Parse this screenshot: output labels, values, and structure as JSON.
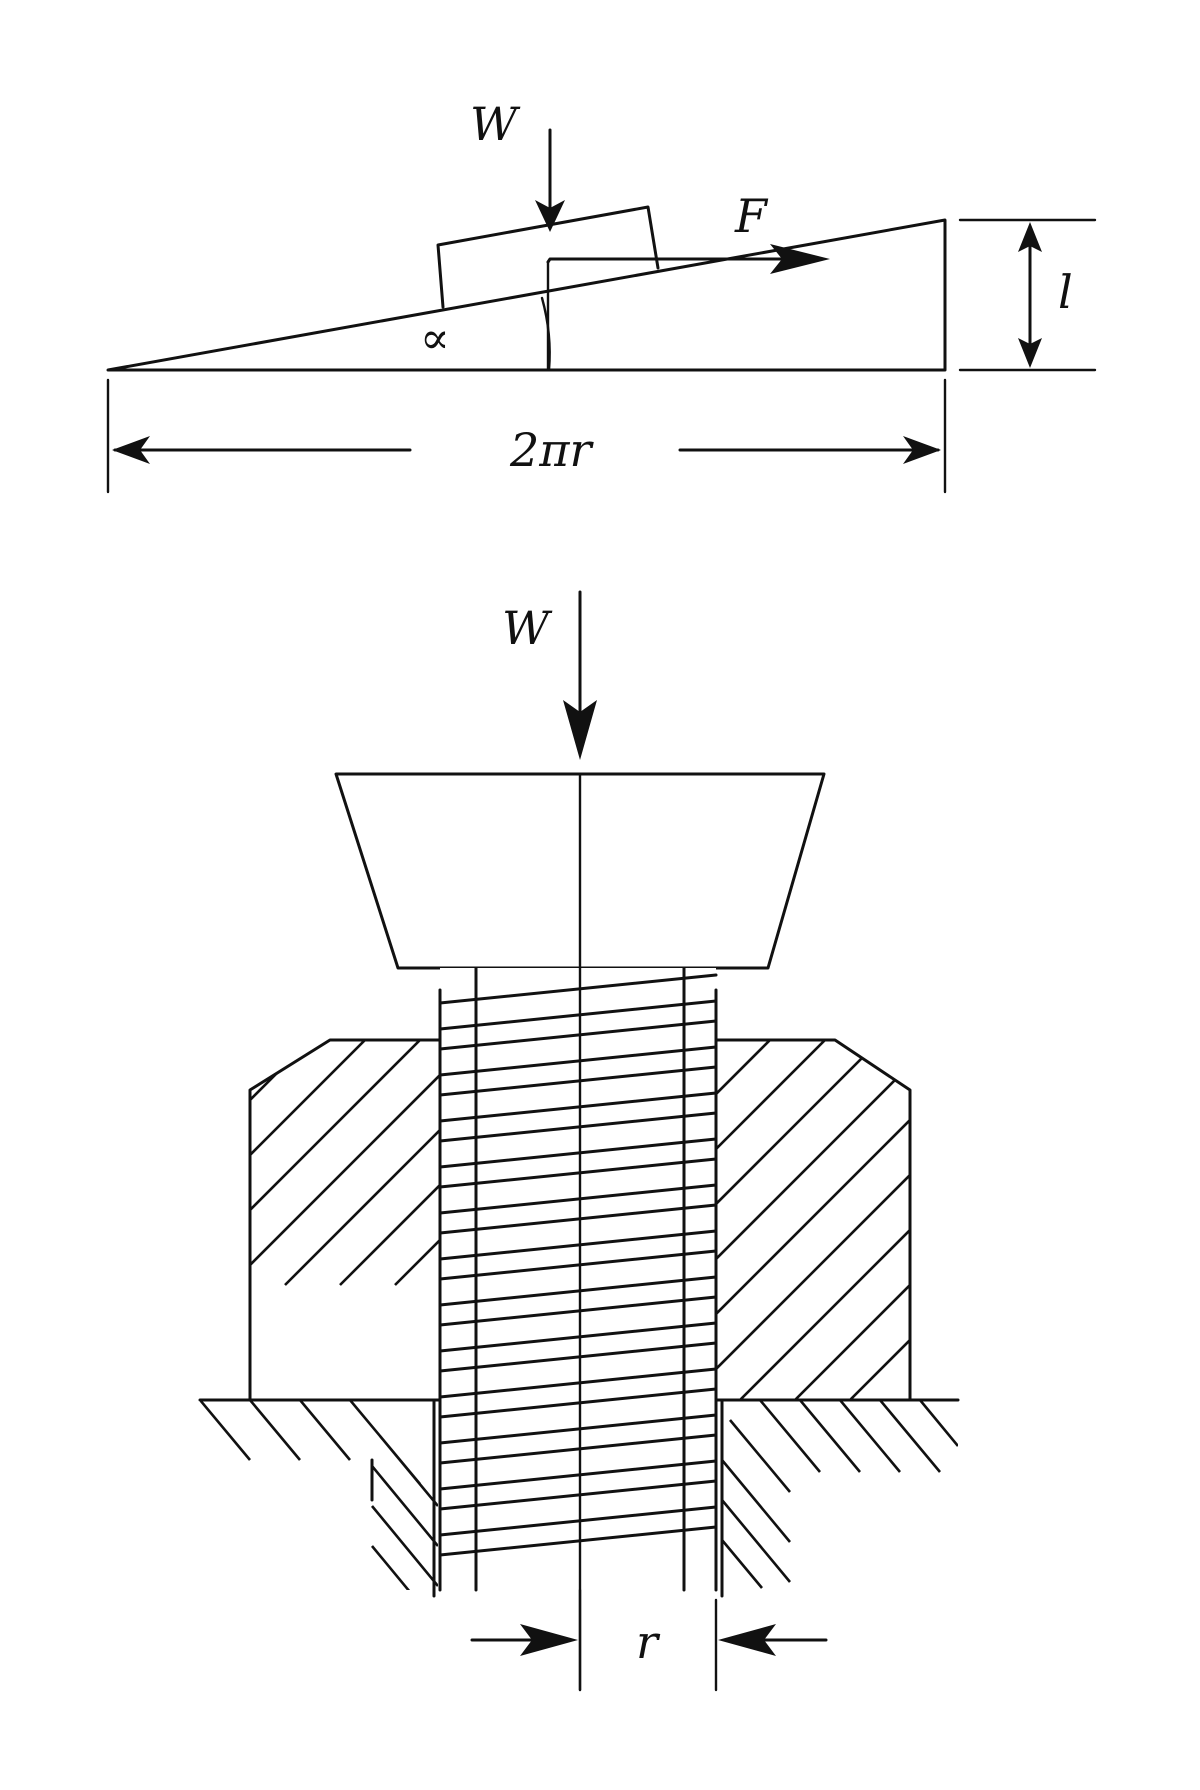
{
  "labels": {
    "top_load": "W",
    "force": "F",
    "lead": "l",
    "angle": "∝",
    "circumference": "2πr",
    "bottom_load": "W",
    "radius": "r"
  }
}
